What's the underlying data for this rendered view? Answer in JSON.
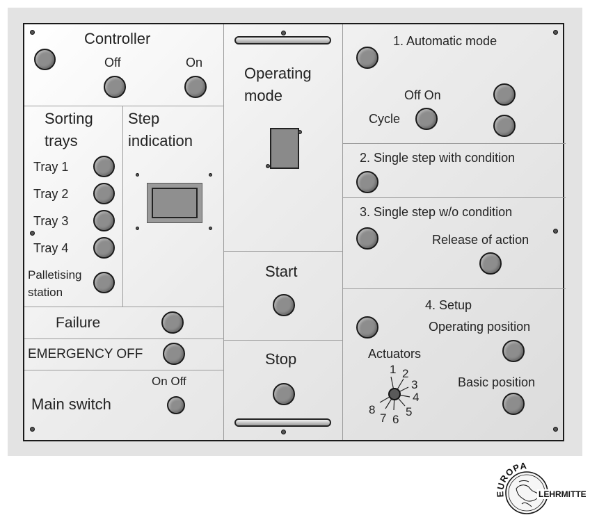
{
  "controller": {
    "title": "Controller",
    "off_label": "Off",
    "on_label": "On"
  },
  "sorting_trays": {
    "title_line1": "Sorting",
    "title_line2": "trays",
    "tray1": "Tray 1",
    "tray2": "Tray 2",
    "tray3": "Tray 3",
    "tray4": "Tray 4",
    "palletising_line1": "Palletising",
    "palletising_line2": "station"
  },
  "step_indication": {
    "title_line1": "Step",
    "title_line2": "indication"
  },
  "operating_mode": {
    "title_line1": "Operating",
    "title_line2": "mode"
  },
  "start": {
    "label": "Start"
  },
  "stop": {
    "label": "Stop"
  },
  "failure": {
    "label": "Failure"
  },
  "emergency": {
    "label": "EMERGENCY OFF"
  },
  "main_switch": {
    "label": "Main switch",
    "on_off_label": "On Off"
  },
  "automatic": {
    "title": "1. Automatic mode",
    "off_on_label": "Off On",
    "cycle_label": "Cycle"
  },
  "single_with": {
    "title": "2. Single step with condition"
  },
  "single_without": {
    "title": "3. Single step w/o condition",
    "release_label": "Release of action"
  },
  "setup": {
    "title": "4. Setup",
    "operating_position": "Operating position",
    "basic_position": "Basic position",
    "actuators_label": "Actuators",
    "dial_numbers": [
      "1",
      "2",
      "3",
      "4",
      "5",
      "6",
      "7",
      "8"
    ]
  },
  "logo": {
    "top_text": "EUROPA",
    "side_text": "LEHRMITTEL"
  }
}
